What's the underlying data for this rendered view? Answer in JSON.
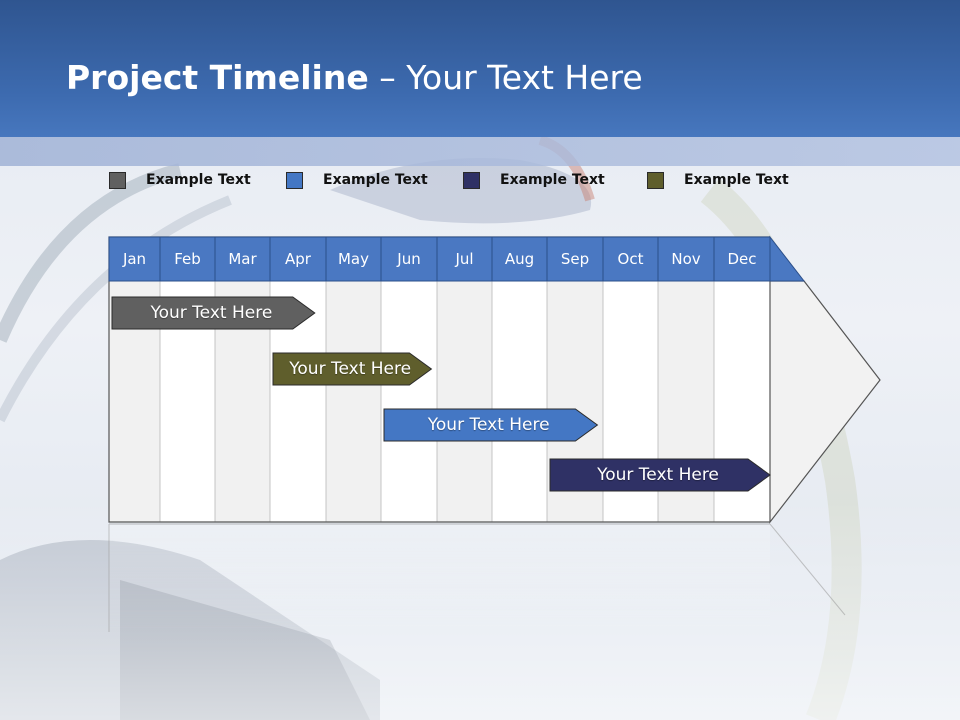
{
  "title": {
    "bold": "Project Timeline",
    "rest": " – Your Text Here"
  },
  "colors": {
    "header": "#3a64a8",
    "gray": "#606060",
    "olive": "#5f5e2c",
    "blue": "#4477c4",
    "navy": "#2f3165",
    "month_header": "#4a78c2"
  },
  "legend": [
    {
      "label": "Example Text",
      "color": "#606060"
    },
    {
      "label": "Example Text",
      "color": "#4477c4"
    },
    {
      "label": "Example Text",
      "color": "#2f3165"
    },
    {
      "label": "Example Text",
      "color": "#5f5e2c"
    }
  ],
  "months": [
    "Jan",
    "Feb",
    "Mar",
    "Apr",
    "May",
    "Jun",
    "Jul",
    "Aug",
    "Sep",
    "Oct",
    "Nov",
    "Dec"
  ],
  "tasks": [
    {
      "label": "Your  Text Here",
      "color": "#606060",
      "start": 0,
      "end": 3.8
    },
    {
      "label": "Your  Text Here",
      "color": "#5f5e2c",
      "start": 3,
      "end": 5.9
    },
    {
      "label": "Your  Text Here",
      "color": "#4477c4",
      "start": 5,
      "end": 8.9
    },
    {
      "label": "Your  Text Here",
      "color": "#2f3165",
      "start": 8,
      "end": 12
    }
  ]
}
